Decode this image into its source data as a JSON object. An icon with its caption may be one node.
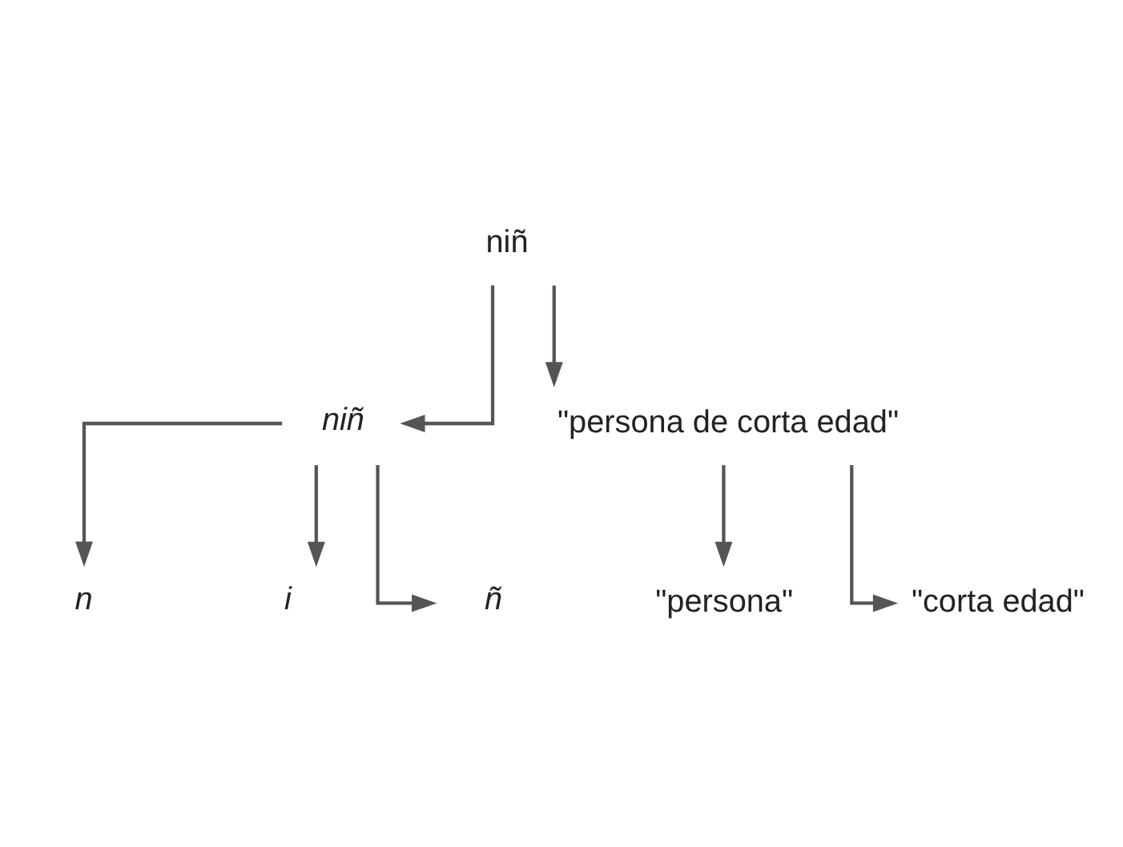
{
  "diagram": {
    "nodes": [
      {
        "text": [
          "niñ"
        ]
      },
      {
        "text": [
          "niñ"
        ]
      },
      {
        "text": [
          "\"persona de corta edad\""
        ]
      },
      {
        "text": [
          "n"
        ]
      },
      {
        "text": [
          "i"
        ]
      },
      {
        "text": [
          "ñ"
        ]
      },
      {
        "text": [
          "\"persona\""
        ]
      },
      {
        "text": [
          "\"corta edad\""
        ]
      }
    ],
    "edges": [
      {
        "from": 0,
        "to": 1,
        "arrow": "to"
      },
      {
        "from": 0,
        "to": 2,
        "arrow": "to"
      },
      {
        "from": 1,
        "to": 3,
        "arrow": "to"
      },
      {
        "from": 1,
        "to": 4,
        "arrow": "to"
      },
      {
        "from": 1,
        "to": 5,
        "arrow": "to"
      },
      {
        "from": 2,
        "to": 6,
        "arrow": "to"
      },
      {
        "from": 2,
        "to": 7,
        "arrow": "to"
      }
    ]
  }
}
